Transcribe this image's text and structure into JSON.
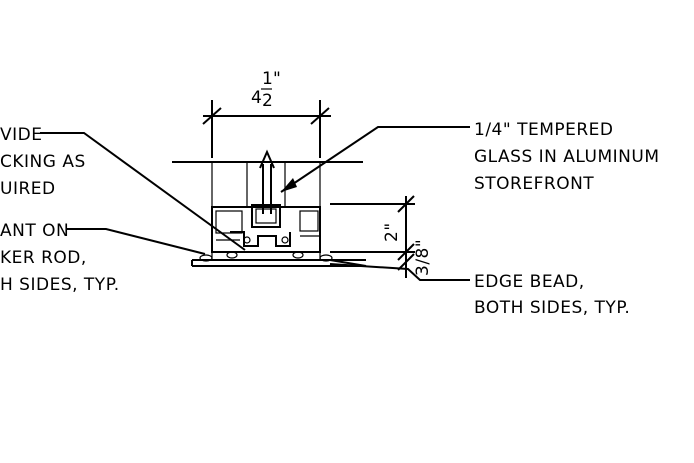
{
  "dimensions": {
    "width_whole": "4",
    "width_fraction_num": "1",
    "width_fraction_den": "2",
    "width_inch_mark": "\"",
    "height": "2\"",
    "small_gap": "3/8\""
  },
  "callouts": {
    "left_top_lines": [
      "VIDE",
      "CKING AS",
      "UIRED"
    ],
    "left_bottom_lines": [
      "ANT ON",
      "KER ROD,",
      "H SIDES, TYP."
    ],
    "right_top_lines": [
      "1/4\" TEMPERED",
      "GLASS IN ALUMINUM",
      "STOREFRONT"
    ],
    "right_bottom_lines": [
      "EDGE BEAD,",
      "BOTH SIDES, TYP."
    ]
  }
}
